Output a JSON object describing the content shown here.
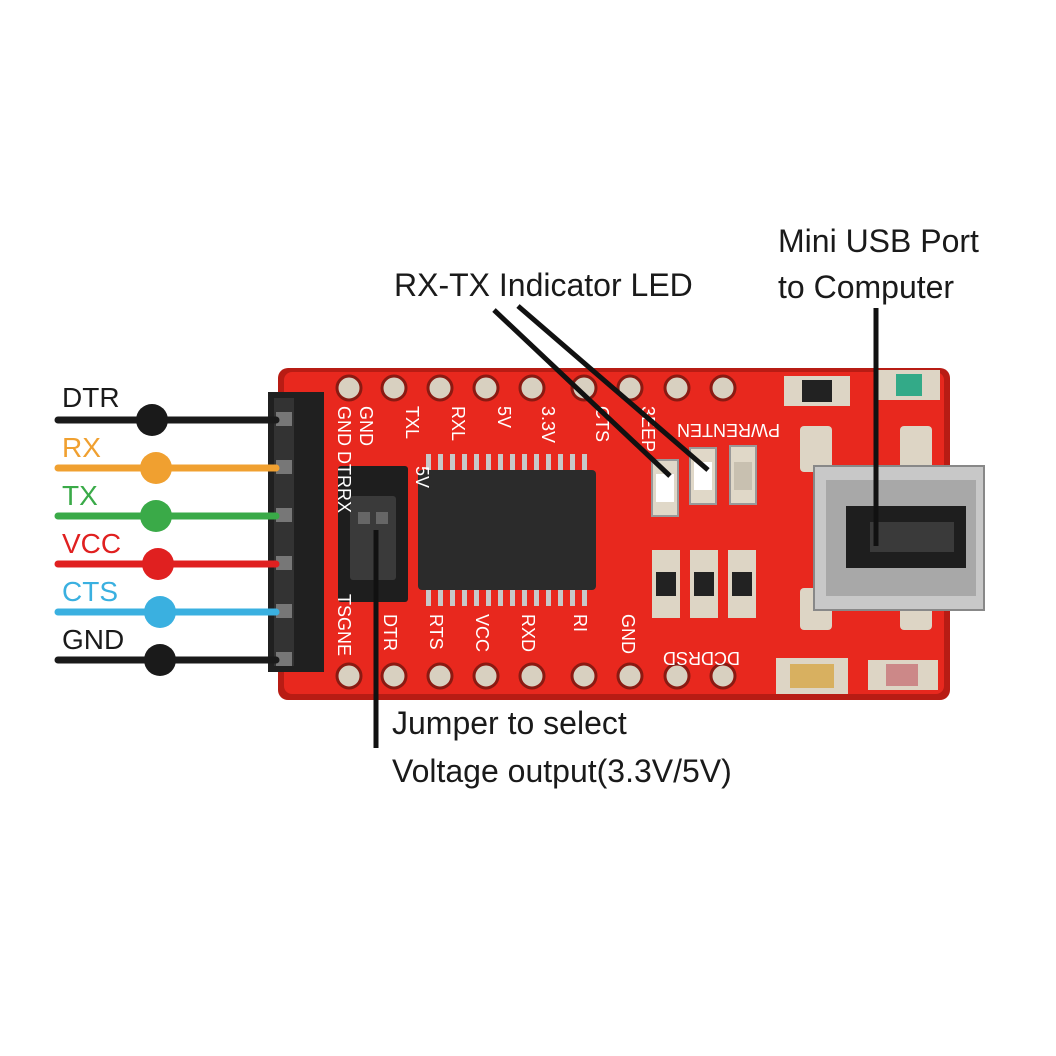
{
  "callouts": {
    "led": "RX-TX Indicator LED",
    "usb_line1": "Mini USB Port",
    "usb_line2": "to Computer",
    "jumper_line1": "Jumper to select",
    "jumper_line2": "Voltage output(3.3V/5V)"
  },
  "wires": [
    {
      "label": "DTR",
      "color": "#1a1a1a"
    },
    {
      "label": "RX",
      "color": "#f0a030"
    },
    {
      "label": "TX",
      "color": "#3aaa48"
    },
    {
      "label": "VCC",
      "color": "#e02020"
    },
    {
      "label": "CTS",
      "color": "#3ab0e0"
    },
    {
      "label": "GND",
      "color": "#1a1a1a"
    }
  ],
  "silkscreen": {
    "top_pins": [
      "GND",
      "TXL",
      "RXL",
      "5V",
      "3.3V",
      "CTS",
      "3EEP",
      "PWRENTEN"
    ],
    "bottom_pins": [
      "DTR",
      "RTS",
      "VCC",
      "RXD",
      "RI",
      "GND",
      "DCDRSD"
    ],
    "header_top": "GND DTRRX",
    "header_bottom": "TSGNE",
    "jumper_5v": "5V"
  },
  "colors": {
    "board": "#e8281e",
    "board_edge": "#b81c14",
    "chip": "#2b2b2b",
    "pad": "#d8d0c0"
  }
}
